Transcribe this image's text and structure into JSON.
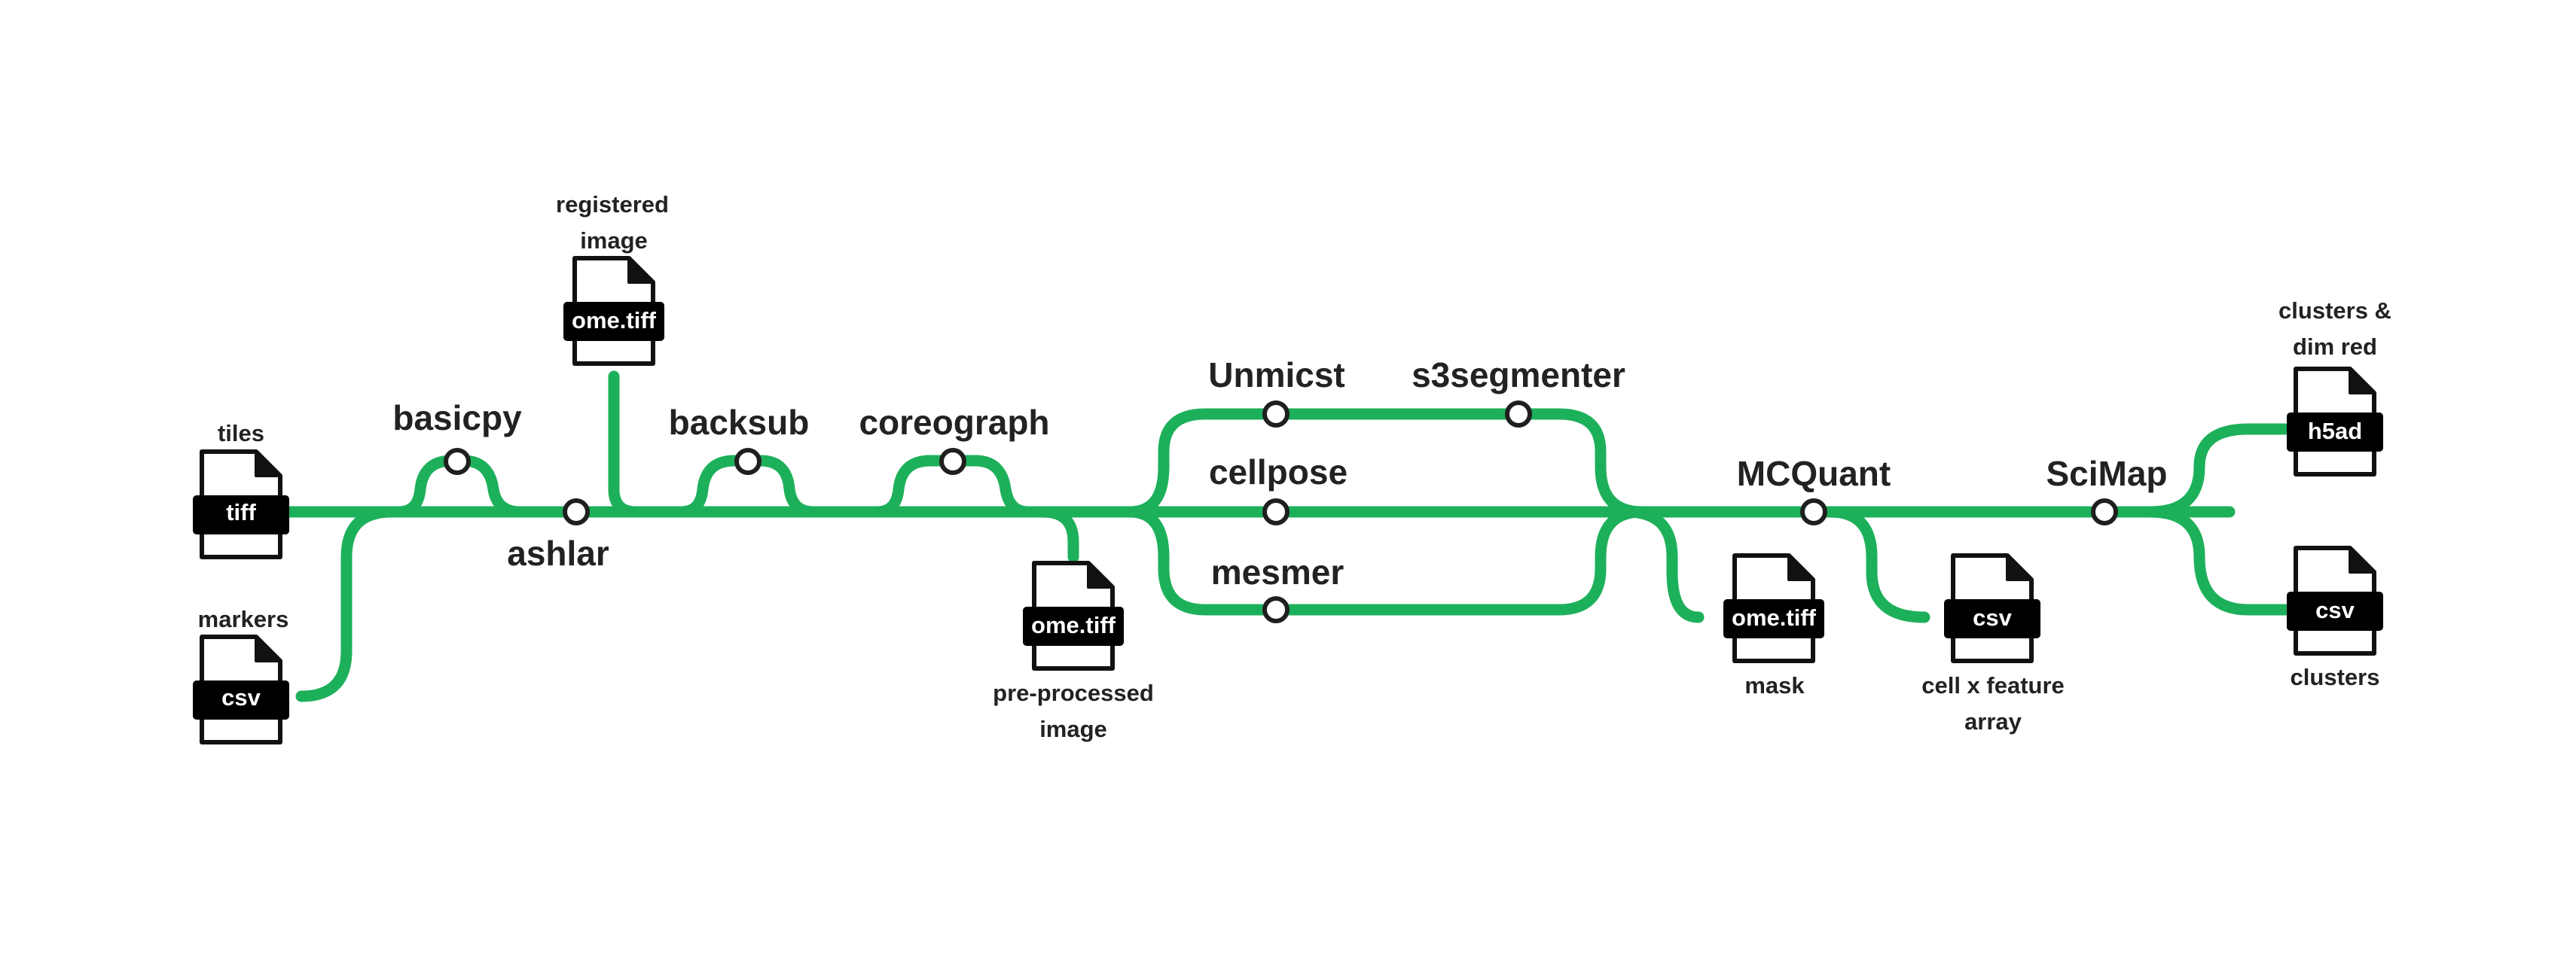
{
  "colors": {
    "track": "#1db05a",
    "station_border": "#1f1f1f",
    "text": "#222222",
    "file_badge": "#000000"
  },
  "tools": {
    "basicpy": "basicpy",
    "ashlar": "ashlar",
    "backsub": "backsub",
    "coreograph": "coreograph",
    "unmicst": "Unmicst",
    "s3segmenter": "s3segmenter",
    "cellpose": "cellpose",
    "mesmer": "mesmer",
    "mcquant": "MCQuant",
    "scimap": "SciMap"
  },
  "files": {
    "tiles": {
      "type": "tiff",
      "label_lines": [
        "tiles"
      ]
    },
    "markers": {
      "type": "csv",
      "label_lines": [
        "markers"
      ]
    },
    "registered": {
      "type": "ome.tiff",
      "label_lines": [
        "registered",
        "image"
      ]
    },
    "preprocessed": {
      "type": "ome.tiff",
      "label_lines": [
        "pre-processed",
        "image"
      ]
    },
    "mask": {
      "type": "ome.tiff",
      "label_lines": [
        "mask"
      ]
    },
    "cellfeature": {
      "type": "csv",
      "label_lines": [
        "cell x feature",
        "array"
      ]
    },
    "clusters_dimred": {
      "type": "h5ad",
      "label_lines": [
        "clusters &",
        "dim red"
      ]
    },
    "clusters": {
      "type": "csv",
      "label_lines": [
        "clusters"
      ]
    }
  }
}
